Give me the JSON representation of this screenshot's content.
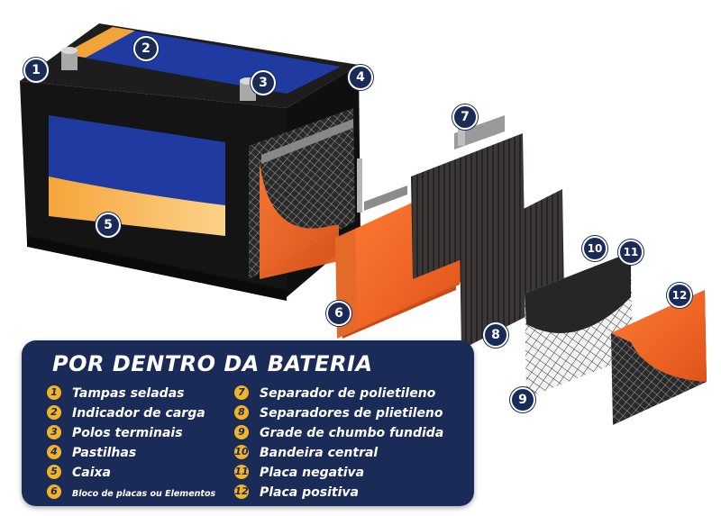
{
  "colors": {
    "navy": "#1b2b57",
    "orange": "#f26522",
    "gold": "#f0b429",
    "case_black": "#141414",
    "label_blue": "#1f3aa0"
  },
  "callouts": [
    "1",
    "2",
    "3",
    "4",
    "5",
    "6",
    "7",
    "8",
    "9",
    "10",
    "11",
    "12"
  ],
  "legend": {
    "title": "POR DENTRO DA BATERIA",
    "left": [
      {
        "num": "1",
        "label": "Tampas seladas"
      },
      {
        "num": "2",
        "label": "Indicador de carga"
      },
      {
        "num": "3",
        "label": "Polos terminais"
      },
      {
        "num": "4",
        "label": "Pastilhas"
      },
      {
        "num": "5",
        "label": "Caixa"
      },
      {
        "num": "6",
        "label": "Bloco de placas ou Elementos"
      }
    ],
    "right": [
      {
        "num": "7",
        "label": "Separador de polietileno"
      },
      {
        "num": "8",
        "label": "Separadores de plietileno"
      },
      {
        "num": "9",
        "label": "Grade de chumbo fundida"
      },
      {
        "num": "10",
        "label": "Bandeira central"
      },
      {
        "num": "11",
        "label": "Placa negativa"
      },
      {
        "num": "12",
        "label": "Placa positiva"
      }
    ]
  }
}
